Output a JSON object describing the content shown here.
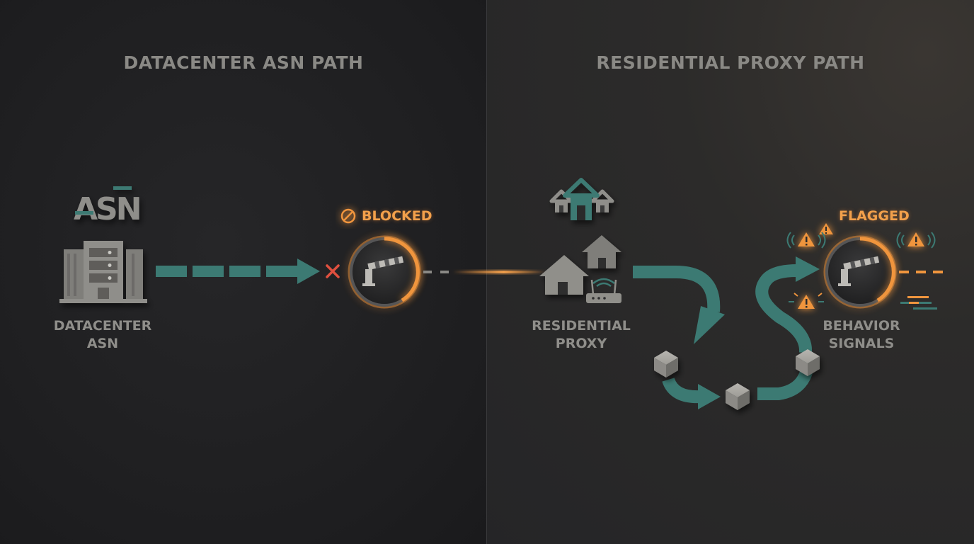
{
  "left_panel": {
    "title": "DATACENTER ASN PATH",
    "logo_text": "ASN",
    "source_label": [
      "DATACENTER",
      "ASN"
    ],
    "status": "BLOCKED"
  },
  "right_panel": {
    "title": "RESIDENTIAL PROXY PATH",
    "source_label": [
      "RESIDENTIAL",
      "PROXY"
    ],
    "status": "FLAGGED",
    "target_label": [
      "BEHAVIOR",
      "SIGNALS"
    ]
  },
  "colors": {
    "teal": "#3c7a73",
    "orange": "#f0953e",
    "grey_icon": "#8c8b86",
    "red_x": "#e0503f"
  },
  "icons": [
    "asn-logo-icon",
    "datacenter-server-icon",
    "blocked-x-icon",
    "barrier-gate-icon",
    "prohibited-icon",
    "warning-icon",
    "house-icon",
    "router-icon",
    "node-cube-icon",
    "signal-waves-icon"
  ]
}
